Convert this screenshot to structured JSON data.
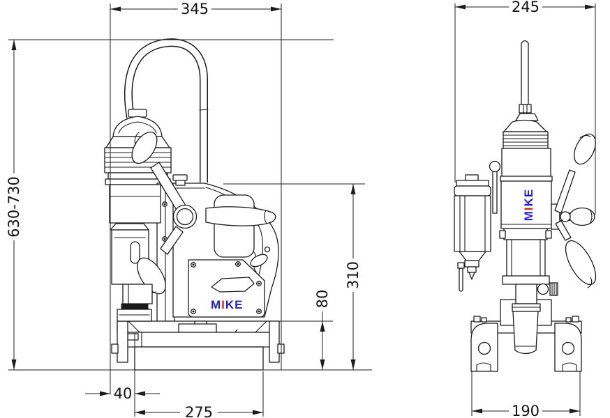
{
  "meta": {
    "drawing_type": "two-view dimensional line drawing",
    "subject": "magnetic base drill press"
  },
  "colors": {
    "background": "#ffffff",
    "line": "#1a1a1a",
    "logo_blue": "#2121cc",
    "logo_red": "#e31e1e"
  },
  "logo": {
    "m": "M",
    "i": "I",
    "ke": "KE",
    "full": "MIKE"
  },
  "dims": {
    "front_width": "345",
    "front_height_range": "630-730",
    "front_body_height": "310",
    "front_base_height": "80",
    "front_base_offset": "40",
    "front_base_width": "275",
    "side_width": "245",
    "side_base_width": "190"
  }
}
